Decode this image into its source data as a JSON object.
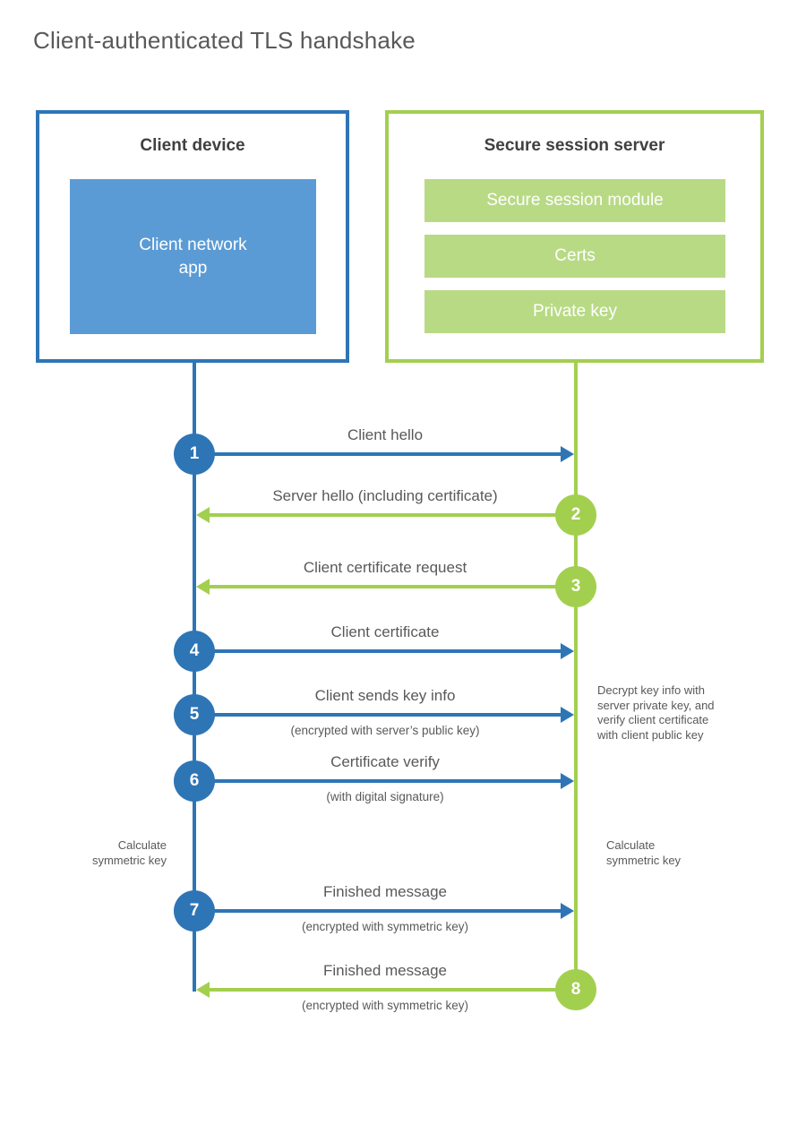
{
  "title": "Client-authenticated TLS handshake",
  "colors": {
    "blue": "#2e75b6",
    "blue_fill": "#5b9bd5",
    "green": "#a3cf4f",
    "green_fill": "#b8da85"
  },
  "client_box": {
    "title": "Client device",
    "module": "Client network\napp"
  },
  "server_box": {
    "title": "Secure session server",
    "modules": [
      "Secure session module",
      "Certs",
      "Private key"
    ]
  },
  "steps": [
    {
      "num": "1",
      "from": "client",
      "label": "Client hello",
      "sublabel": ""
    },
    {
      "num": "2",
      "from": "server",
      "label": "Server hello (including certificate)",
      "sublabel": ""
    },
    {
      "num": "3",
      "from": "server",
      "label": "Client certificate request",
      "sublabel": ""
    },
    {
      "num": "4",
      "from": "client",
      "label": "Client certificate",
      "sublabel": ""
    },
    {
      "num": "5",
      "from": "client",
      "label": "Client sends key info",
      "sublabel": "(encrypted with server’s public key)"
    },
    {
      "num": "6",
      "from": "client",
      "label": "Certificate verify",
      "sublabel": "(with digital signature)"
    },
    {
      "num": "7",
      "from": "client",
      "label": "Finished message",
      "sublabel": "(encrypted with symmetric key)"
    },
    {
      "num": "8",
      "from": "server",
      "label": "Finished message",
      "sublabel": "(encrypted with symmetric key)"
    }
  ],
  "notes": {
    "decrypt": "Decrypt key info with\nserver private key, and\nverify client certificate\nwith client public key",
    "calc_left": "Calculate\nsymmetric key",
    "calc_right": "Calculate\nsymmetric key"
  }
}
